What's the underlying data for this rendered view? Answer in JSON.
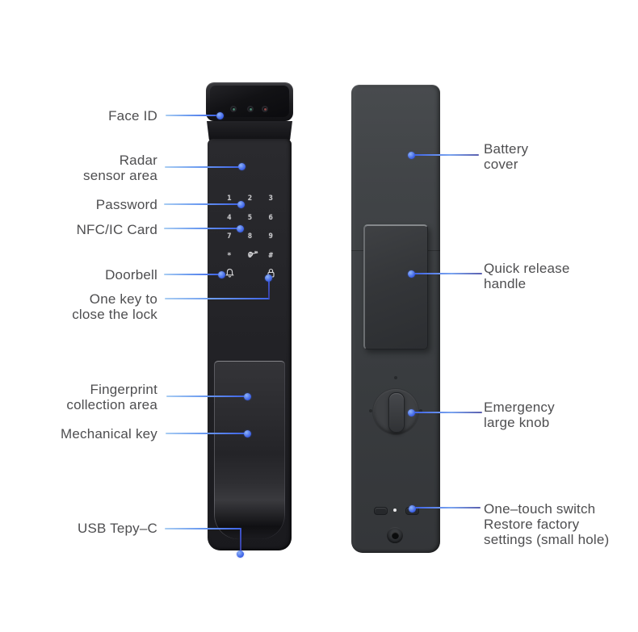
{
  "colors": {
    "accent_blue": "#3e63e6",
    "light_blue": "#a9cdf2",
    "label_text": "#4e4e50",
    "front_lock_black": "#1e1e22",
    "back_lock_gray": "#3d4043",
    "background": "#ffffff"
  },
  "front": {
    "keypad_rows": [
      [
        "1",
        "2",
        "3"
      ],
      [
        "4",
        "5",
        "6"
      ],
      [
        "7",
        "8",
        "9"
      ],
      [
        "*",
        "0",
        "#"
      ]
    ],
    "icons": [
      "camera-lens-green",
      "camera-lens-green",
      "camera-lens-red",
      "key-icon",
      "doorbell-icon",
      "lock-icon"
    ]
  },
  "back": {
    "icons": [
      "knob-icon",
      "switch-pill",
      "reset-hole",
      "power-socket"
    ]
  },
  "labels_left": [
    {
      "lines": [
        "Face ID"
      ]
    },
    {
      "lines": [
        "Radar",
        "sensor area"
      ]
    },
    {
      "lines": [
        "Password"
      ]
    },
    {
      "lines": [
        "NFC/IC Card"
      ]
    },
    {
      "lines": [
        "Doorbell"
      ]
    },
    {
      "lines": [
        "One key to",
        "close the lock"
      ]
    },
    {
      "lines": [
        "Fingerprint",
        "collection area"
      ]
    },
    {
      "lines": [
        "Mechanical key"
      ]
    },
    {
      "lines": [
        "USB Tepy–C"
      ]
    }
  ],
  "labels_right": [
    {
      "lines": [
        "Battery",
        "cover"
      ]
    },
    {
      "lines": [
        "Quick release",
        "handle"
      ]
    },
    {
      "lines": [
        "Emergency",
        "large knob"
      ]
    },
    {
      "lines": [
        "One–touch switch",
        "Restore factory",
        "settings (small hole)"
      ]
    }
  ]
}
